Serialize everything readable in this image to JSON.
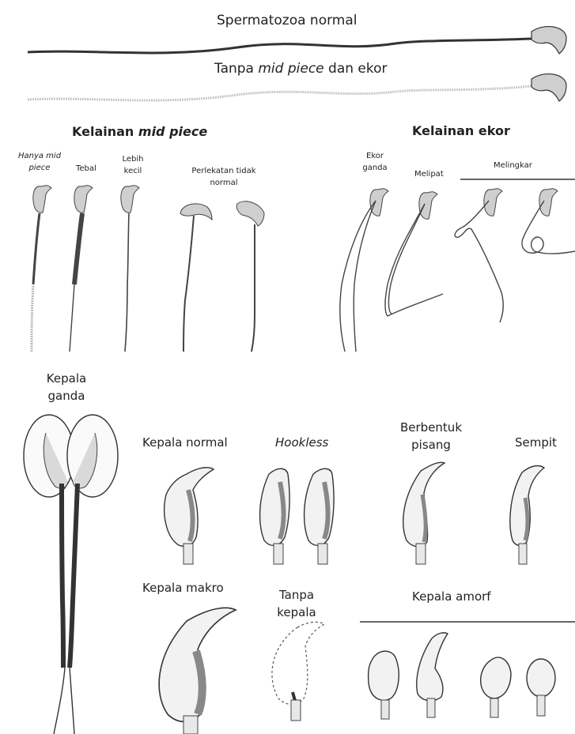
{
  "top": {
    "normal_label": "Spermatozoa normal",
    "tanpa_prefix": "Tanpa ",
    "tanpa_italic": "mid piece",
    "tanpa_suffix": " dan ekor"
  },
  "midpiece": {
    "title_prefix": "Kelainan ",
    "title_italic": "mid piece",
    "hanya_line1": "Hanya ",
    "hanya_line1_italic": "mid",
    "hanya_line2": "piece",
    "tebal": "Tebal",
    "lebih_line1": "Lebih",
    "lebih_line2": "kecil",
    "perlekatan_line1": "Perlekatan tidak",
    "perlekatan_line2": "normal"
  },
  "ekor": {
    "title": "Kelainan ekor",
    "ganda_line1": "Ekor",
    "ganda_line2": "ganda",
    "melipat": "Melipat",
    "melingkar": "Melingkar"
  },
  "heads": {
    "kepala_ganda_line1": "Kepala",
    "kepala_ganda_line2": "ganda",
    "normal": "Kepala normal",
    "hookless": "Hookless",
    "pisang_line1": "Berbentuk",
    "pisang_line2": "pisang",
    "sempit": "Sempit",
    "makro": "Kepala makro",
    "tanpa_line1": "Tanpa",
    "tanpa_line2": "kepala",
    "amorf": "Kepala amorf"
  },
  "colors": {
    "line": "#333333",
    "head_fill": "#cfcfcf",
    "light_tail": "#c8c8c8"
  }
}
